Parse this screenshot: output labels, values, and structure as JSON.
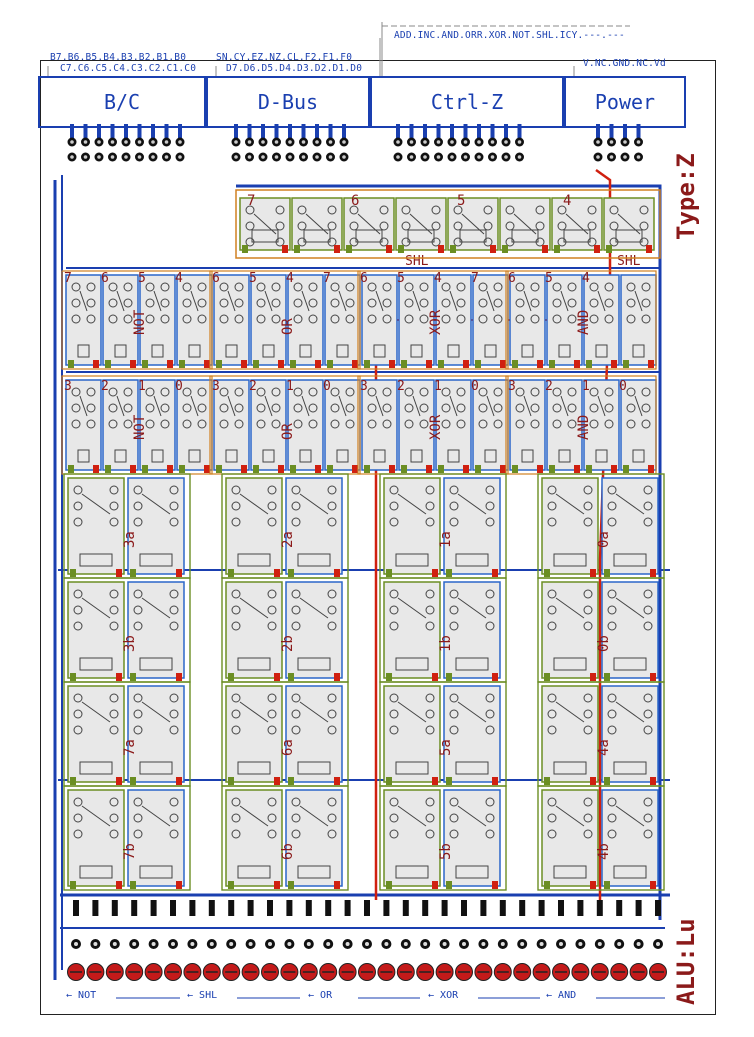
{
  "connectors": [
    {
      "id": "bc",
      "label": "B/C",
      "pins_top": "B7.B6.B5.B4.B3.B2.B1.B0",
      "pins_bottom": "C7.C6.C5.C4.C3.C2.C1.C0"
    },
    {
      "id": "dbus",
      "label": "D-Bus",
      "pins_top": "SN.CY.EZ.NZ.CL.F2.F1.F0",
      "pins_bottom": "D7.D6.D5.D4.D3.D2.D1.D0"
    },
    {
      "id": "ctrlz",
      "label": "Ctrl-Z",
      "pins_top": "ADD.INC.AND.ORR.XOR.NOT.SHL.ICY.---.---"
    },
    {
      "id": "power",
      "label": "Power",
      "pins_top": "V.NC.GND.NC.Vd"
    }
  ],
  "titles": {
    "type": "Type:Z",
    "alu": "ALU:Lu"
  },
  "relay_groups": {
    "top_row_bits": [
      "7",
      "6",
      "5",
      "4"
    ],
    "top_row_labels": [
      "SHL",
      "SHL"
    ],
    "logic_rows": [
      {
        "bits": [
          "7",
          "6",
          "5",
          "4",
          "6",
          "5",
          "4",
          "7",
          "6",
          "5",
          "4",
          "7",
          "6",
          "5",
          "4"
        ]
      },
      {
        "bits": [
          "3",
          "2",
          "1",
          "0",
          "3",
          "2",
          "1",
          "0",
          "3",
          "2",
          "1",
          "0",
          "3",
          "2",
          "1",
          "0"
        ]
      }
    ],
    "ops": [
      "NOT",
      "OR",
      "XOR",
      "AND"
    ],
    "add_labels": [
      "3a",
      "2a",
      "1a",
      "0a",
      "3b",
      "2b",
      "1b",
      "0b",
      "7a",
      "6a",
      "5a",
      "4a",
      "7b",
      "6b",
      "5b",
      "4b"
    ]
  },
  "bottom_ops": [
    "NOT",
    "SHL",
    "OR",
    "XOR",
    "AND"
  ],
  "colors": {
    "trace_blue": "#1a3fb0",
    "trace_red": "#d02010",
    "trace_green": "#6b8e23",
    "trace_orange": "#d08020",
    "relay_fill": "#e8e8e8",
    "title": "#8b1a1a"
  }
}
